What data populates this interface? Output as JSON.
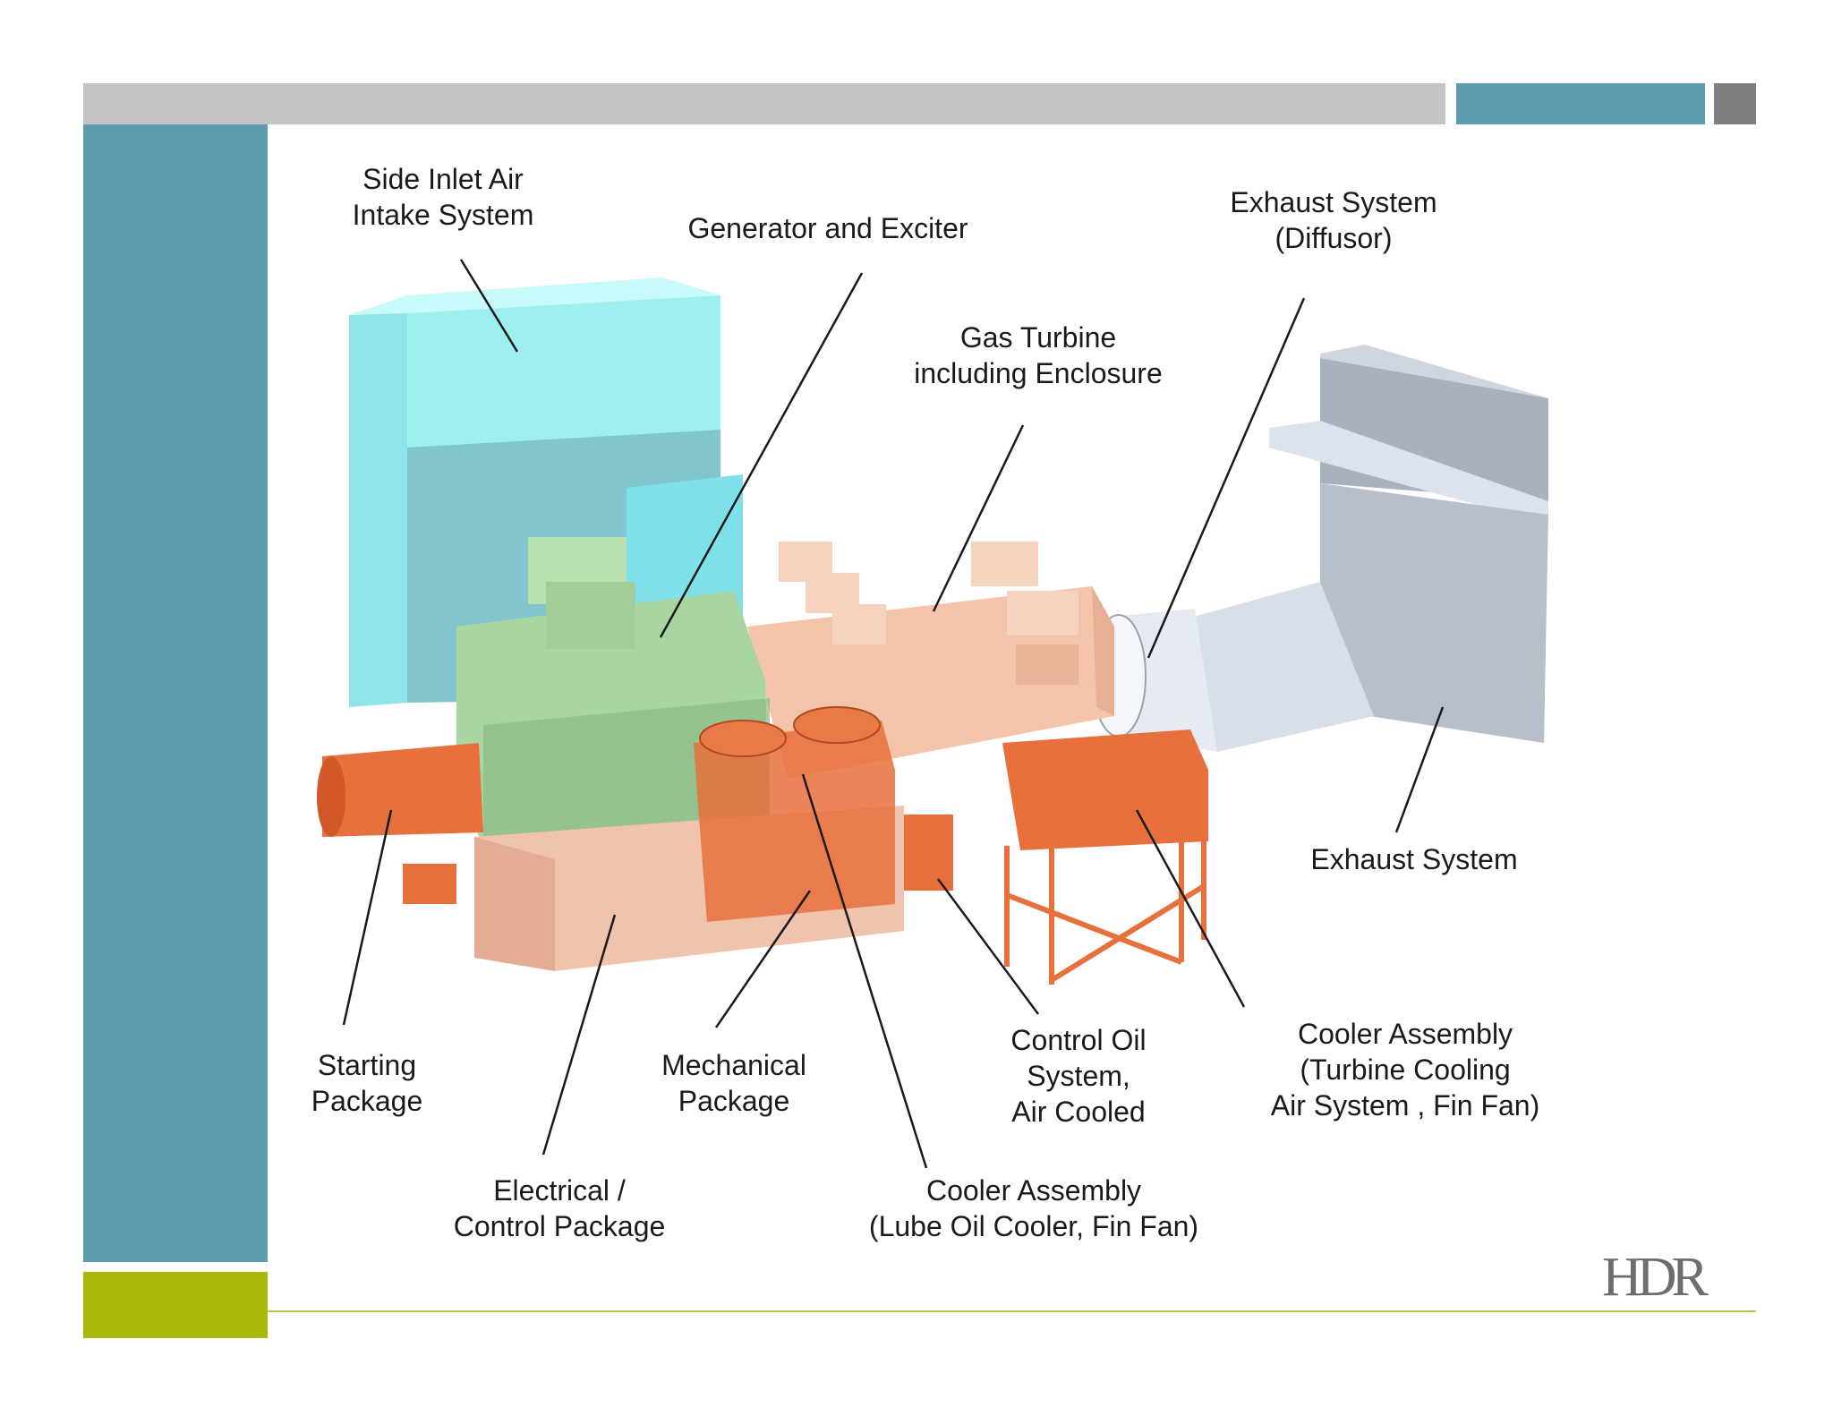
{
  "labels": {
    "side_inlet": [
      "Side Inlet Air",
      "Intake System"
    ],
    "generator": [
      "Generator and Exciter"
    ],
    "exhaust_diffusor": [
      "Exhaust System",
      "(Diffusor)"
    ],
    "gas_turbine": [
      "Gas Turbine",
      "including Enclosure"
    ],
    "exhaust_system": [
      "Exhaust System"
    ],
    "starting": [
      "Starting",
      "Package"
    ],
    "mechanical": [
      "Mechanical",
      "Package"
    ],
    "control_oil": [
      "Control Oil",
      "System,",
      "Air Cooled"
    ],
    "cooler_turbine": [
      "Cooler Assembly",
      "(Turbine Cooling",
      "Air System , Fin Fan)"
    ],
    "electrical": [
      "Electrical /",
      "Control Package"
    ],
    "cooler_lube": [
      "Cooler Assembly",
      "(Lube Oil Cooler, Fin Fan)"
    ]
  },
  "logo": "HDR",
  "colors": {
    "teal_bar": "#5d9caf",
    "gray_bar": "#c4c4c4",
    "olive_bar": "#a9b807",
    "inlet_cyan": "#9ef0f0",
    "generator_green": "#a9d6a0",
    "turbine_peach": "#f3c4aa",
    "package_orange": "#e8703c",
    "exhaust_gray": "#c2c9d6"
  }
}
